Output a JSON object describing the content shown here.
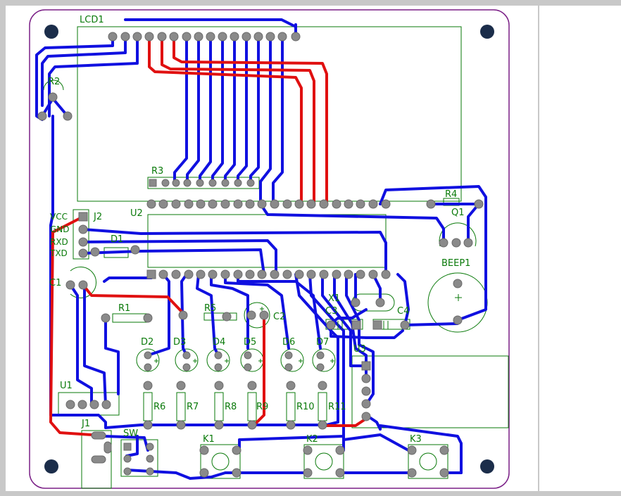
{
  "colors": {
    "background": "#ffffff",
    "frame": "#c8c8c8",
    "board_outline": "#7a1f86",
    "bottom_copper": "#1010e0",
    "top_copper": "#e01010",
    "silkscreen": "#0a7a0a",
    "pad": "#8a8a8a",
    "mounting_hole": "#1b2d4a"
  },
  "labels": {
    "lcd1": "LCD1",
    "r2": "R2",
    "r3": "R3",
    "u2": "U2",
    "r4": "R4",
    "q1": "Q1",
    "j2": "J2",
    "vcc": "VCC",
    "gnd": "GND",
    "rxd": "RXD",
    "txd": "TXD",
    "d1": "D1",
    "beep1": "BEEP1",
    "c1": "C1",
    "r1": "R1",
    "r5": "R5",
    "c2": "C2",
    "x1": "X1",
    "c3": "C3",
    "c4": "C4",
    "d2": "D2",
    "d3": "D3",
    "d4": "D4",
    "d5": "D5",
    "d6": "D6",
    "d7": "D7",
    "u3": "U3",
    "u1": "U1",
    "r6": "R6",
    "r7": "R7",
    "r8": "R8",
    "r9": "R9",
    "r10": "R10",
    "r11": "R11",
    "j1": "J1",
    "sw": "SW",
    "k1": "K1",
    "k2": "K2",
    "k3": "K3"
  }
}
